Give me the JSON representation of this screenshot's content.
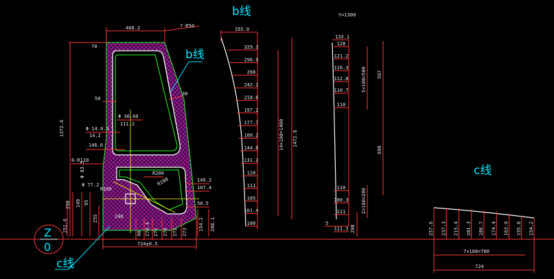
{
  "colors": {
    "background": "#000000",
    "dimension": "#ff3a3a",
    "outline": "#ffffff",
    "frame": "#22ff22",
    "leader": "#00e5ff",
    "hatch": "#c020c0"
  },
  "labels": {
    "b_line_top": "b线",
    "b_line_frame": "b线",
    "c_line_right": "c线",
    "c_line_left": "c线",
    "y_ref": "Y=1300",
    "z_top": "Z",
    "z_bottom": "0"
  },
  "frame_view": {
    "top_width": "468.2",
    "top_radius": "7-R50",
    "top_offset": "70",
    "side_50": "50",
    "side_30": "30",
    "hole_large": "Φ 30.60",
    "hole_large_sub": "111.2",
    "hole_small": "Φ 14.0.3",
    "hole_small_sub": "14.2",
    "dim_146": "146.6",
    "r110": "6-R110",
    "dim_835": "Φ 83.5",
    "dim_772": "Φ 77.2",
    "r100": "R100",
    "r200": "R200",
    "r180": "R180",
    "dim_1372": "1372.6",
    "dim_298": "298",
    "dim_149": "149",
    "dim_95": "95",
    "dim_2516": "251.6",
    "dim_255": "255",
    "dim_208": "208",
    "dim_1492": "149.2",
    "dim_1074": "107.4",
    "dim_505": "50.5",
    "dim_1542": "154.2",
    "dim_2081": "208.1",
    "bottom_dims": [
      "90",
      "274.4",
      "271",
      "270",
      "272",
      "273"
    ],
    "width_total": "724±0.5"
  },
  "b_line_view": {
    "top_width": "355.0",
    "values": [
      "329.3",
      "296.9",
      "268",
      "242.1",
      "218.6",
      "197.2",
      "177.7",
      "160.2",
      "144.6",
      "131.2",
      "120",
      "111",
      "105",
      "101.4",
      "100"
    ],
    "span_label": "14×100=1400",
    "total_height": "1472.8"
  },
  "y_view": {
    "top_value": "133.1",
    "values": [
      "128",
      "121.2",
      "116.3",
      "112.8",
      "110.7",
      "110",
      "110",
      "100.3",
      "111",
      "111.3"
    ],
    "span_label": "5×100=500",
    "dim_567": "567",
    "dim_690": "690",
    "span_bottom": "2×100=200",
    "dim_5": "5",
    "dim_208": "208"
  },
  "c_line_view": {
    "heights": [
      "257.6",
      "237.3",
      "215.4",
      "201.3",
      "186.7",
      "174.4",
      "163.9",
      "155.6",
      "154.2"
    ],
    "span_label": "7×100=700",
    "total": "724"
  }
}
